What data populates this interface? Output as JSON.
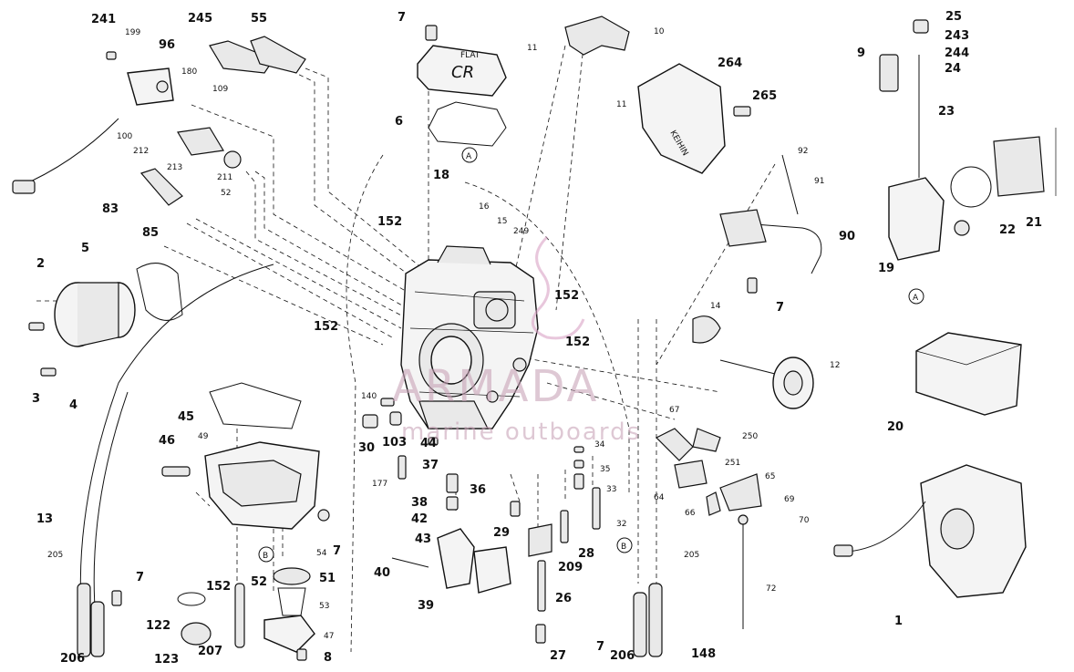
{
  "watermark": {
    "brand": "ARMADA",
    "tagline": "marine outboards",
    "color": "#d8a2c4"
  },
  "cover_text": {
    "flat": "FLAT",
    "cr": "CR",
    "keihin": "KEIHIN"
  },
  "reference_marks": {
    "a_top": "A",
    "a_right": "A",
    "b_left": "B",
    "b_right": "B"
  },
  "callouts": {
    "c241": "241",
    "c199": "199",
    "c96": "96",
    "c245": "245",
    "c55": "55",
    "c180": "180",
    "c109": "109",
    "c100": "100",
    "c212": "212",
    "c213": "213",
    "c211": "211",
    "c52a": "52",
    "c83": "83",
    "c85": "85",
    "c5": "5",
    "c2": "2",
    "c3": "3",
    "c4": "4",
    "c7a": "7",
    "c6": "6",
    "c18": "18",
    "c16": "16",
    "c15": "15",
    "c249": "249",
    "c152a": "152",
    "c152b": "152",
    "c152c": "152",
    "c152d": "152",
    "c152e": "152",
    "c11a": "11",
    "c10": "10",
    "c11b": "11",
    "c264": "264",
    "c265": "265",
    "c92": "92",
    "c91": "91",
    "c90": "90",
    "c7b": "7",
    "c9": "9",
    "c25": "25",
    "c243": "243",
    "c244": "244",
    "c24": "24",
    "c23": "23",
    "c22": "22",
    "c21": "21",
    "c19": "19",
    "c20": "20",
    "c14": "14",
    "c12": "12",
    "c140": "140",
    "c30": "30",
    "c103": "103",
    "c44": "44",
    "c37": "37",
    "c36": "36",
    "c177": "177",
    "c38": "38",
    "c42": "42",
    "c43": "43",
    "c29": "29",
    "c28": "28",
    "c209": "209",
    "c26": "26",
    "c27": "27",
    "c40": "40",
    "c39": "39",
    "c67": "67",
    "c34": "34",
    "c35": "35",
    "c33": "33",
    "c32": "32",
    "c250": "250",
    "c251": "251",
    "c64": "64",
    "c65": "65",
    "c66": "66",
    "c69": "69",
    "c70": "70",
    "c72": "72",
    "c205a": "205",
    "c205b": "205",
    "c7c": "7",
    "c206a": "206",
    "c206b": "206",
    "c148": "148",
    "c45": "45",
    "c49": "49",
    "c46": "46",
    "c13": "13",
    "c7d": "7",
    "c54": "54",
    "c51": "51",
    "c52b": "52",
    "c53": "53",
    "c47": "47",
    "c8": "8",
    "c122": "122",
    "c123": "123",
    "c207": "207",
    "c7e": "7",
    "c1": "1"
  }
}
